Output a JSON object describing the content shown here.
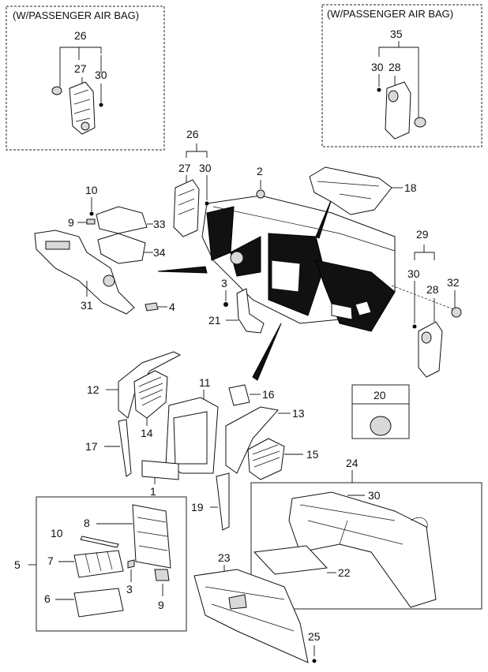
{
  "callouts": {
    "left_variant_header": "(W/PASSENGER AIR BAG)",
    "right_variant_header": "(W/PASSENGER AIR BAG)",
    "inset_left": {
      "c26": "26",
      "c27": "27",
      "c30": "30"
    },
    "inset_right": {
      "c35": "35",
      "c30": "30",
      "c28": "28"
    },
    "main": {
      "c1": "1",
      "c2": "2",
      "c3": "3",
      "c4": "4",
      "c5": "5",
      "c6": "6",
      "c7": "7",
      "c8": "8",
      "c9": "9",
      "c10": "10",
      "c11": "11",
      "c12": "12",
      "c13": "13",
      "c14": "14",
      "c15": "15",
      "c16": "16",
      "c17": "17",
      "c18": "18",
      "c19": "19",
      "c20": "20",
      "c21": "21",
      "c22": "22",
      "c23": "23",
      "c24": "24",
      "c25": "25",
      "c26": "26",
      "c27": "27",
      "c28": "28",
      "c29": "29",
      "c30": "30",
      "c31": "31",
      "c32": "32",
      "c33": "33",
      "c34": "34",
      "c3b": "3",
      "c9a": "9",
      "c9b": "9",
      "c10a": "10",
      "c10b": "10",
      "c30b": "30",
      "c30c": "30"
    }
  },
  "colors": {
    "line": "#111111",
    "fill_light": "#ffffff",
    "fill_shade": "#d9d9d9",
    "fill_dark": "#111111"
  }
}
